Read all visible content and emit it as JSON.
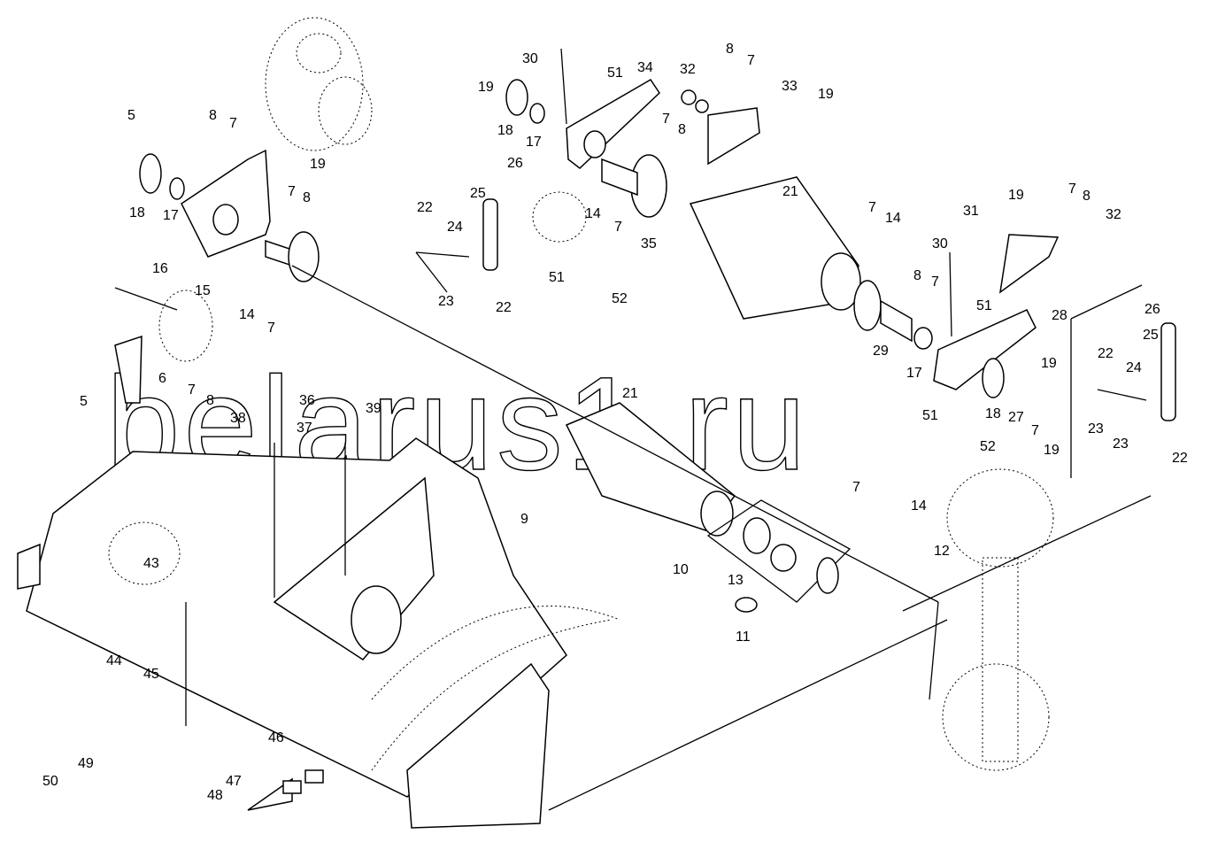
{
  "watermark": "belarus1.ru",
  "callouts": [
    "5",
    "8",
    "7",
    "19",
    "18",
    "17",
    "7",
    "8",
    "16",
    "15",
    "14",
    "7",
    "30",
    "51",
    "34",
    "19",
    "18",
    "17",
    "26",
    "25",
    "22",
    "24",
    "23",
    "22",
    "14",
    "7",
    "35",
    "51",
    "52",
    "32",
    "8",
    "7",
    "33",
    "19",
    "7",
    "8",
    "21",
    "7",
    "14",
    "30",
    "8",
    "7",
    "51",
    "29",
    "17",
    "28",
    "19",
    "7",
    "8",
    "31",
    "32",
    "26",
    "25",
    "22",
    "24",
    "19",
    "18",
    "27",
    "7",
    "19",
    "51",
    "52",
    "23",
    "23",
    "22",
    "6",
    "5",
    "7",
    "8",
    "36",
    "38",
    "37",
    "39",
    "21",
    "9",
    "43",
    "7",
    "14",
    "10",
    "13",
    "12",
    "11",
    "44",
    "45",
    "46",
    "47",
    "48",
    "49",
    "50"
  ]
}
